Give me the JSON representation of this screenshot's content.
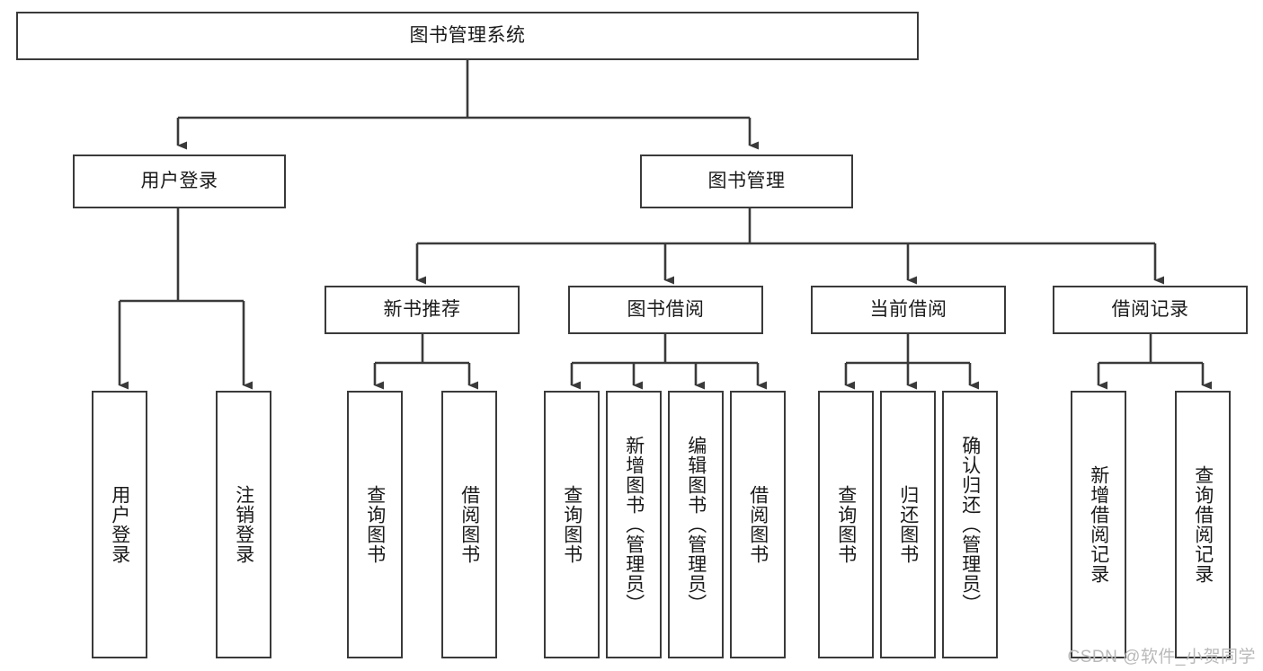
{
  "diagram": {
    "title": "图书管理系统",
    "type": "hierarchy-tree",
    "watermark": "CSDN @软件_小贺同学",
    "colors": {
      "box_border": "#3a3a3a",
      "box_fill": "#ffffff",
      "connector": "#3a3a3a",
      "text": "#1a1a1a",
      "watermark": "#b9b9b9"
    },
    "root": {
      "id": "root",
      "label": "图书管理系统"
    },
    "level1": [
      {
        "id": "l1-user-login",
        "label": "用户登录"
      },
      {
        "id": "l1-book-manage",
        "label": "图书管理"
      }
    ],
    "level2": [
      {
        "id": "l2-new-book-rec",
        "label": "新书推荐",
        "parent": "l1-book-manage"
      },
      {
        "id": "l2-book-borrow",
        "label": "图书借阅",
        "parent": "l1-book-manage"
      },
      {
        "id": "l2-current-borrow",
        "label": "当前借阅",
        "parent": "l1-book-manage"
      },
      {
        "id": "l2-borrow-record",
        "label": "借阅记录",
        "parent": "l1-book-manage"
      }
    ],
    "leaves": [
      {
        "id": "leaf-user-login",
        "label": "用户登录",
        "parent": "l1-user-login"
      },
      {
        "id": "leaf-logout-login",
        "label": "注销登录",
        "parent": "l1-user-login"
      },
      {
        "id": "leaf-query-book-1",
        "label": "查询图书",
        "parent": "l2-new-book-rec"
      },
      {
        "id": "leaf-borrow-book-1",
        "label": "借阅图书",
        "parent": "l2-new-book-rec"
      },
      {
        "id": "leaf-query-book-2",
        "label": "查询图书",
        "parent": "l2-book-borrow"
      },
      {
        "id": "leaf-add-book",
        "label": "新增图书（管理员）",
        "parent": "l2-book-borrow"
      },
      {
        "id": "leaf-edit-book",
        "label": "编辑图书（管理员）",
        "parent": "l2-book-borrow"
      },
      {
        "id": "leaf-borrow-book-2",
        "label": "借阅图书",
        "parent": "l2-book-borrow"
      },
      {
        "id": "leaf-query-book-3",
        "label": "查询图书",
        "parent": "l2-current-borrow"
      },
      {
        "id": "leaf-return-book",
        "label": "归还图书",
        "parent": "l2-current-borrow"
      },
      {
        "id": "leaf-confirm-return",
        "label": "确认归还（管理员）",
        "parent": "l2-current-borrow"
      },
      {
        "id": "leaf-add-record",
        "label": "新增借阅记录",
        "parent": "l2-borrow-record"
      },
      {
        "id": "leaf-query-record",
        "label": "查询借阅记录",
        "parent": "l2-borrow-record"
      }
    ]
  }
}
